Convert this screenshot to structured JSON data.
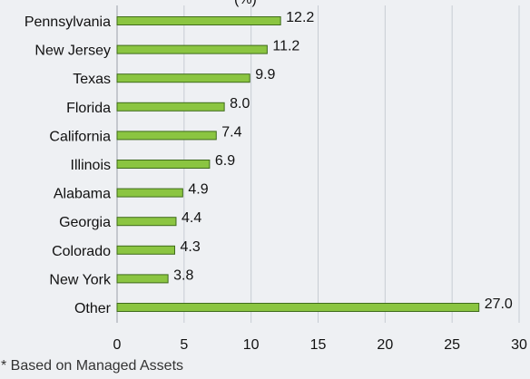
{
  "title_fragment": "(%)",
  "footnote": "* Based on Managed Assets",
  "colors": {
    "bar": "#8bc541",
    "bar_edge": "#3f6b1b",
    "grid": "#c7ccd3",
    "background": "#eef0f3"
  },
  "chart_data": {
    "type": "bar",
    "orientation": "horizontal",
    "categories": [
      "Pennsylvania",
      "New Jersey",
      "Texas",
      "Florida",
      "California",
      "Illinois",
      "Alabama",
      "Georgia",
      "Colorado",
      "New York",
      "Other"
    ],
    "values": [
      12.2,
      11.2,
      9.9,
      8.0,
      7.4,
      6.9,
      4.9,
      4.4,
      4.3,
      3.8,
      27.0
    ],
    "value_labels": [
      "12.2",
      "11.2",
      "9.9",
      "8.0",
      "7.4",
      "6.9",
      "4.9",
      "4.4",
      "4.3",
      "3.8",
      "27.0"
    ],
    "xticks": [
      "0",
      "5",
      "10",
      "15",
      "20",
      "25",
      "30"
    ],
    "xlim": [
      0,
      30
    ],
    "grid": "vertical",
    "legend": "none"
  }
}
